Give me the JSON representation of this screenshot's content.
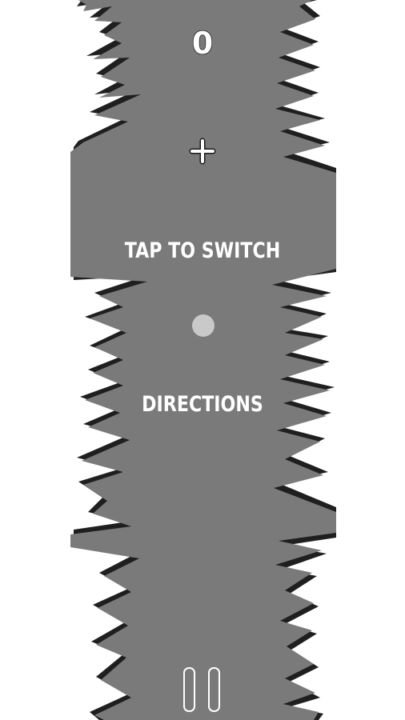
{
  "game": {
    "score": "0",
    "hint_top": "TAP TO SWITCH",
    "hint_bottom": "DIRECTIONS",
    "icons": {
      "bonus": "plus-icon",
      "player": "ball",
      "pause": "pause-icon"
    },
    "colors": {
      "background": "#ffffff",
      "tunnel": "#7a7a7a",
      "tunnel_edge": "#1f1f1f",
      "text": "#ffffff",
      "ball": "#c9c9c9"
    }
  }
}
